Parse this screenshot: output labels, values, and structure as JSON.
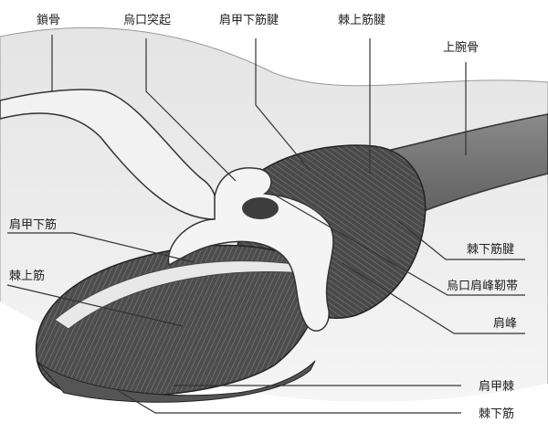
{
  "labels": {
    "clavicle": "鎖骨",
    "coracoid_process": "烏口突起",
    "subscapularis_tendon": "肩甲下筋腱",
    "supraspinatus_tendon": "棘上筋腱",
    "humerus": "上腕骨",
    "subscapularis": "肩甲下筋",
    "supraspinatus": "棘上筋",
    "infraspinatus_tendon": "棘下筋腱",
    "coracoacromial_ligament": "烏口肩峰靭帯",
    "acromion": "肩峰",
    "scapular_spine": "肩甲棘",
    "infraspinatus": "棘下筋"
  },
  "colors": {
    "muscle": "#4a4a4a",
    "bone": "#f2f2f2",
    "background_band": "#d6d6d6",
    "leader": "#333333"
  }
}
